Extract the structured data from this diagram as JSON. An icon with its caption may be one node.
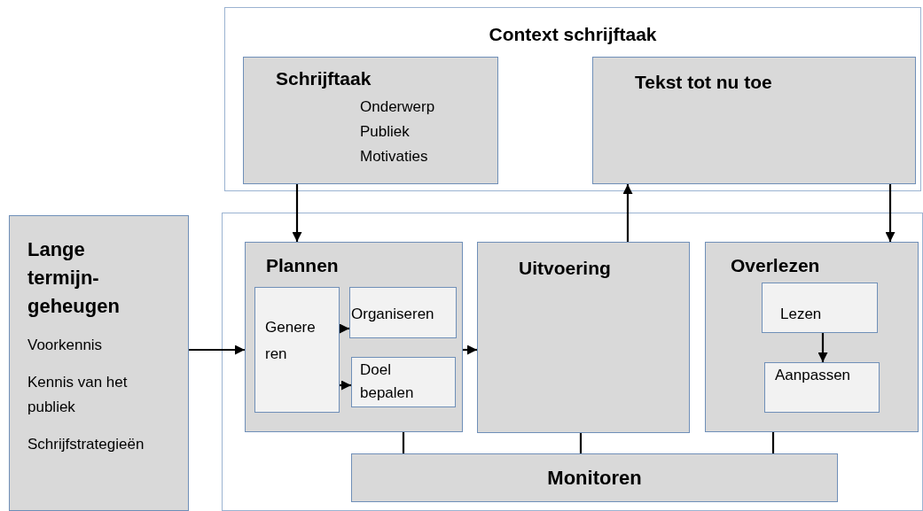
{
  "diagram": {
    "nodes": [
      {
        "text": [
          "Context schrijftaak"
        ]
      },
      {
        "text": [
          "Schrijftaak",
          "Onderwerp",
          "Publiek",
          "Motivaties"
        ],
        "in": 0
      },
      {
        "text": [
          "Tekst tot nu toe"
        ],
        "in": 0
      },
      {
        "text": [
          "Lange termijn- geheugen",
          "Voorkennis",
          "Kennis van het publiek",
          "Schrijfstrategieën"
        ]
      },
      {
        "text": [],
        "shape": "box"
      },
      {
        "text": [
          "Plannen"
        ],
        "in": 4
      },
      {
        "text": [
          "Genere ren"
        ],
        "in": 5
      },
      {
        "text": [
          "Organiseren"
        ],
        "in": 5
      },
      {
        "text": [
          "Doel bepalen"
        ],
        "in": 5
      },
      {
        "text": [
          "Uitvoering"
        ],
        "in": 4
      },
      {
        "text": [
          "Overlezen"
        ],
        "in": 4
      },
      {
        "text": [
          "Lezen"
        ],
        "in": 10
      },
      {
        "text": [
          "Aanpassen"
        ],
        "in": 10
      },
      {
        "text": [
          "Monitoren"
        ],
        "in": 4
      }
    ],
    "edges": [
      {
        "from": 1,
        "to": 5,
        "arrow": "to"
      },
      {
        "from": 9,
        "to": 2,
        "arrow": "to"
      },
      {
        "from": 2,
        "to": 10,
        "arrow": "to"
      },
      {
        "from": 3,
        "to": 5,
        "arrow": "to"
      },
      {
        "from": 6,
        "to": 7,
        "arrow": "to"
      },
      {
        "from": 6,
        "to": 8,
        "arrow": "to"
      },
      {
        "from": 5,
        "to": 9,
        "arrow": "to"
      },
      {
        "from": 11,
        "to": 12,
        "arrow": "to"
      },
      {
        "from": 5,
        "to": 13,
        "arrow": "none"
      },
      {
        "from": 9,
        "to": 13,
        "arrow": "none"
      },
      {
        "from": 10,
        "to": 13,
        "arrow": "none"
      }
    ]
  }
}
